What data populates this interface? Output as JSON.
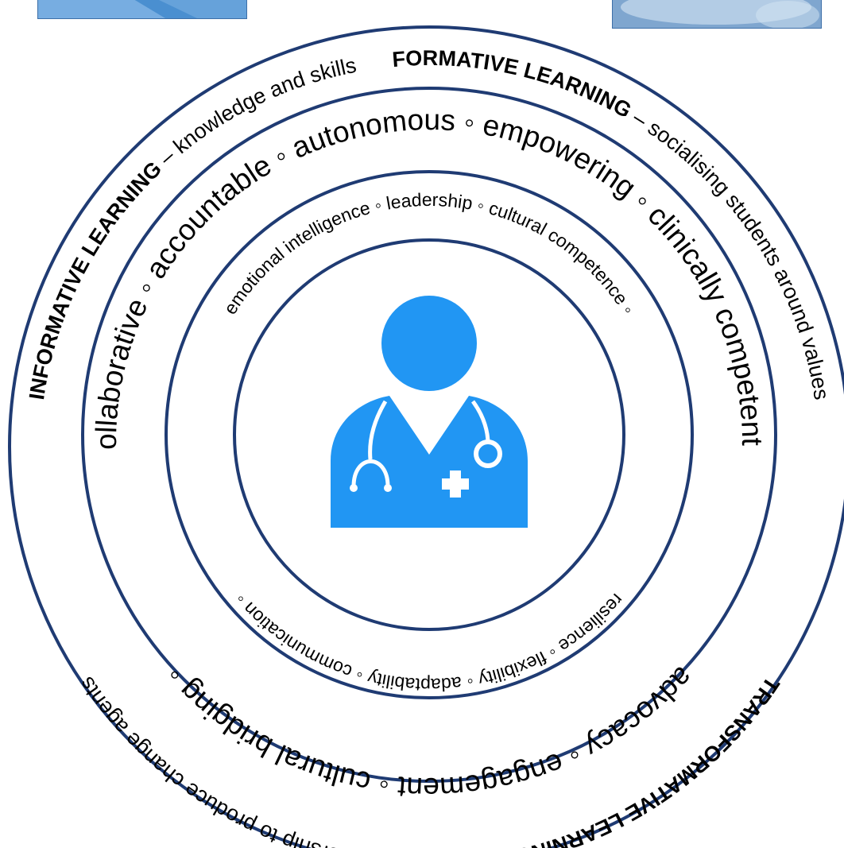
{
  "colors": {
    "ring_stroke": "#1f3b73",
    "icon_fill": "#2196f3",
    "text": "#000000",
    "thumb_left_a": "#4a8fd0",
    "thumb_left_b": "#9cc7ee",
    "thumb_right_a": "#7fa6cf",
    "thumb_right_b": "#d6e6f4"
  },
  "icons": {
    "center": "health-professional-icon",
    "left_thumbnail": "cropped-photo-thumbnail",
    "right_thumbnail": "cropped-photo-thumbnail"
  },
  "outer_ring": {
    "informative_label": "INFORMATIVE LEARNING",
    "informative_desc": " – knowledge and skills",
    "formative_label": "FORMATIVE LEARNING",
    "formative_desc": " – socialising students around values",
    "transformative_label": "TRANSFORMATIVE LEARNING",
    "transformative_desc": " – developing leadership to produce change agents"
  },
  "middle_ring": {
    "top_text": "collaborative ◦ accountable ◦ autonomous ◦ empowering ◦ clinically competent ◦",
    "bottom_text": "advocacy ◦ engagement ◦ cultural bridging ◦"
  },
  "inner_ring": {
    "top_text": "emotional intelligence ◦ leadership ◦ cultural competence ◦",
    "bottom_text": "resilience ◦ flexibility ◦ adaptability ◦ communication ◦"
  }
}
